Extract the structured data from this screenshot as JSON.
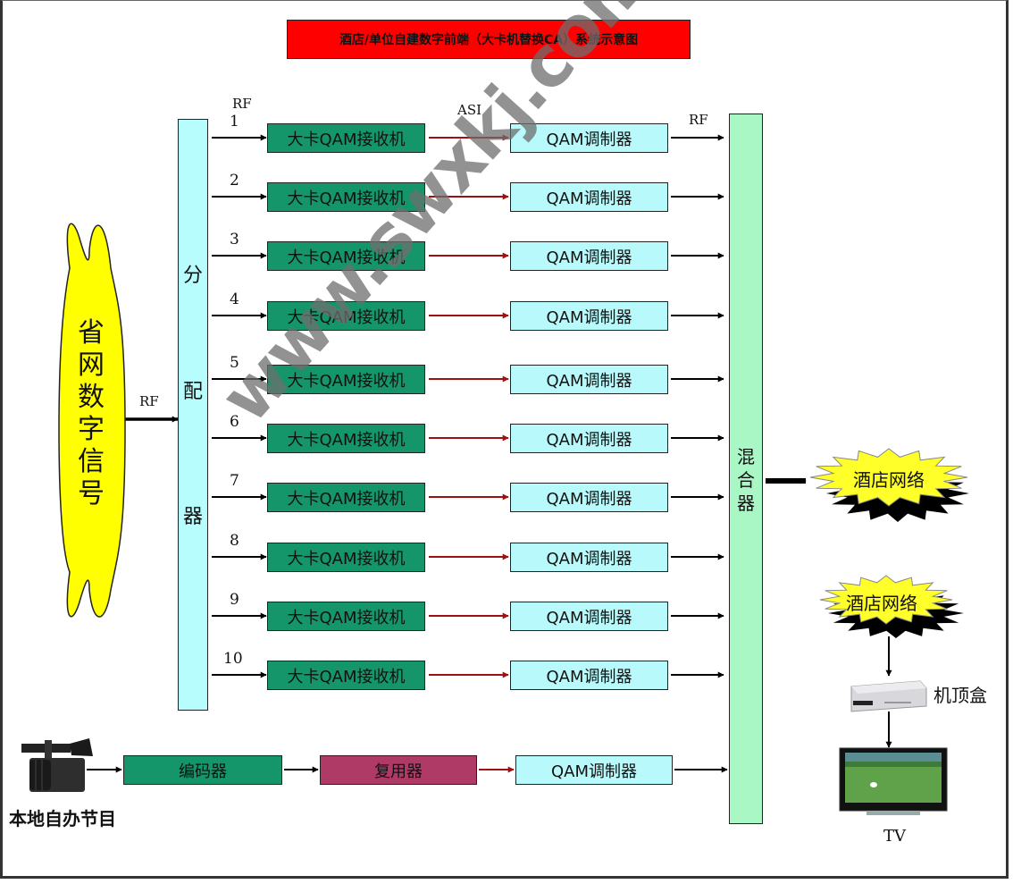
{
  "title": "酒店/单位自建数字前端（大卡机替换CA）系统示意图",
  "source": {
    "label_chars": [
      "省",
      "网",
      "数",
      "字",
      "信",
      "号"
    ],
    "label": "省网数字信号",
    "output_label": "RF",
    "fill_color": "#ffff00"
  },
  "splitter": {
    "label_chars": [
      "分",
      "配",
      "器"
    ],
    "label": "分配器",
    "fill_color": "#b8fdfd"
  },
  "mixer": {
    "label_chars": [
      "混",
      "合",
      "器"
    ],
    "label": "混合器",
    "fill_color": "#aaf7c6"
  },
  "link_labels": {
    "input": "RF",
    "middle": "ASI",
    "output": "RF"
  },
  "channels": [
    {
      "number": "1",
      "receiver": "大卡QAM接收机",
      "modulator": "QAM调制器"
    },
    {
      "number": "2",
      "receiver": "大卡QAM接收机",
      "modulator": "QAM调制器"
    },
    {
      "number": "3",
      "receiver": "大卡QAM接收机",
      "modulator": "QAM调制器"
    },
    {
      "number": "4",
      "receiver": "大卡QAM接收机",
      "modulator": "QAM调制器"
    },
    {
      "number": "5",
      "receiver": "大卡QAM接收机",
      "modulator": "QAM调制器"
    },
    {
      "number": "6",
      "receiver": "大卡QAM接收机",
      "modulator": "QAM调制器"
    },
    {
      "number": "7",
      "receiver": "大卡QAM接收机",
      "modulator": "QAM调制器"
    },
    {
      "number": "8",
      "receiver": "大卡QAM接收机",
      "modulator": "QAM调制器"
    },
    {
      "number": "9",
      "receiver": "大卡QAM接收机",
      "modulator": "QAM调制器"
    },
    {
      "number": "10",
      "receiver": "大卡QAM接收机",
      "modulator": "QAM调制器"
    }
  ],
  "local": {
    "source_label": "本地自办节目",
    "encoder": "编码器",
    "multiplexer": "复用器",
    "modulator": "QAM调制器"
  },
  "output": {
    "network_label": "酒店网络",
    "network_label_2": "酒店网络",
    "stb_label": "机顶盒",
    "tv_label": "TV"
  },
  "colors": {
    "receiver": "#14966a",
    "modulator": "#b8fafc",
    "multiplexer": "#b03a66",
    "encoder": "#14966a",
    "title_bg": "#ff0000",
    "asi_arrow": "#a01010",
    "rf_arrow": "#000000",
    "network_burst": "#ffff2a"
  },
  "watermark": "www.swxkj.com"
}
